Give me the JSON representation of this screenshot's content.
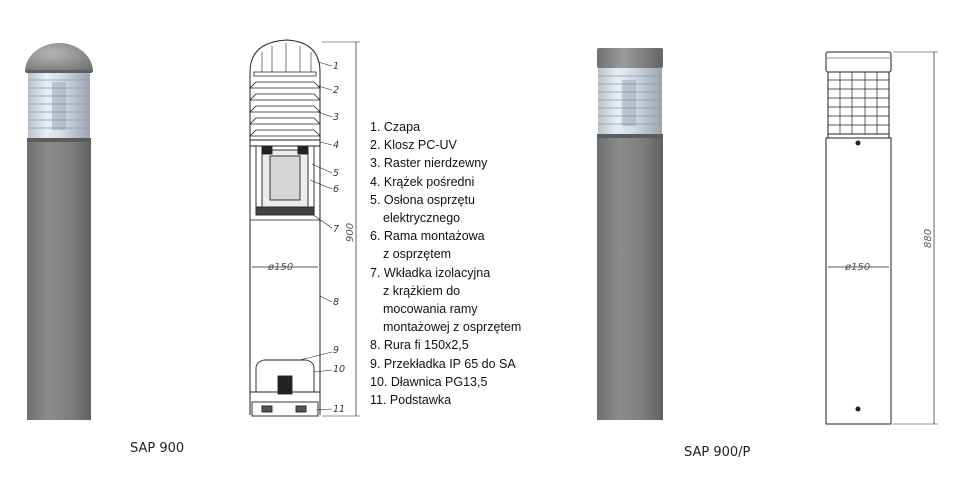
{
  "products": [
    {
      "caption": "SAP 900"
    },
    {
      "caption": "SAP 900/P"
    }
  ],
  "drawing1": {
    "height_label": "900",
    "diameter_label": "ø150",
    "callouts": [
      "1",
      "2",
      "3",
      "4",
      "5",
      "6",
      "7",
      "8",
      "9",
      "10",
      "11"
    ]
  },
  "drawing2": {
    "height_label": "880",
    "diameter_label": "ø150"
  },
  "parts": [
    {
      "lines": [
        "1. Czapa"
      ]
    },
    {
      "lines": [
        "2. Klosz PC-UV"
      ]
    },
    {
      "lines": [
        "3. Raster nierdzewny"
      ]
    },
    {
      "lines": [
        "4. Krążek pośredni"
      ]
    },
    {
      "lines": [
        "5. Osłona osprzętu",
        "elektrycznego"
      ]
    },
    {
      "lines": [
        "6. Rama montażowa",
        "z osprzętem"
      ]
    },
    {
      "lines": [
        "7. Wkładka izolacyjna",
        "z krążkiem do",
        "mocowania ramy",
        "montażowej z osprzętem"
      ]
    },
    {
      "lines": [
        "8. Rura fi 150x2,5"
      ]
    },
    {
      "lines": [
        "9. Przekładka IP 65 do SA"
      ]
    },
    {
      "lines": [
        "10. Dławnica PG13,5"
      ]
    },
    {
      "lines": [
        "11. Podstawka"
      ]
    }
  ],
  "colors": {
    "pole": "#808284",
    "pole_dark": "#6a6c6e",
    "cap": "#8e9092",
    "lens": "#c9d2dc",
    "line": "#222222"
  }
}
